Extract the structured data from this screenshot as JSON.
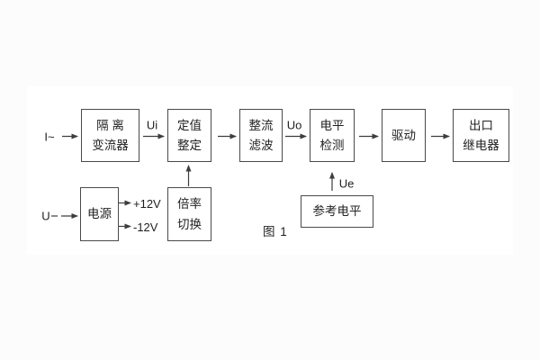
{
  "figure_caption": "图 1",
  "blocks": {
    "isolation_transformer": {
      "line1": "隔 离",
      "line2": "变流器"
    },
    "setpoint_adjust": {
      "line1": "定值",
      "line2": "整定"
    },
    "rectify_filter": {
      "line1": "整流",
      "line2": "滤波"
    },
    "level_detect": {
      "line1": "电平",
      "line2": "检测"
    },
    "drive": {
      "line1": "驱动"
    },
    "output_relay": {
      "line1": "出口",
      "line2": "继电器"
    },
    "power_supply": {
      "line1": "电源"
    },
    "ratio_switch": {
      "line1": "倍率",
      "line2": "切换"
    },
    "reference_level": {
      "line1": "参考电平"
    }
  },
  "labels": {
    "input_current": "I~",
    "input_voltage": "U",
    "ui": "Ui",
    "uo": "Uo",
    "ue": "Ue",
    "plus_12v": "+12V",
    "minus_12v": "-12V"
  },
  "colors": {
    "line": "#3d3d3d",
    "text": "#222222",
    "box_border": "#4a4a4a",
    "background": "#fcfcfc",
    "page": "#ffffff"
  }
}
